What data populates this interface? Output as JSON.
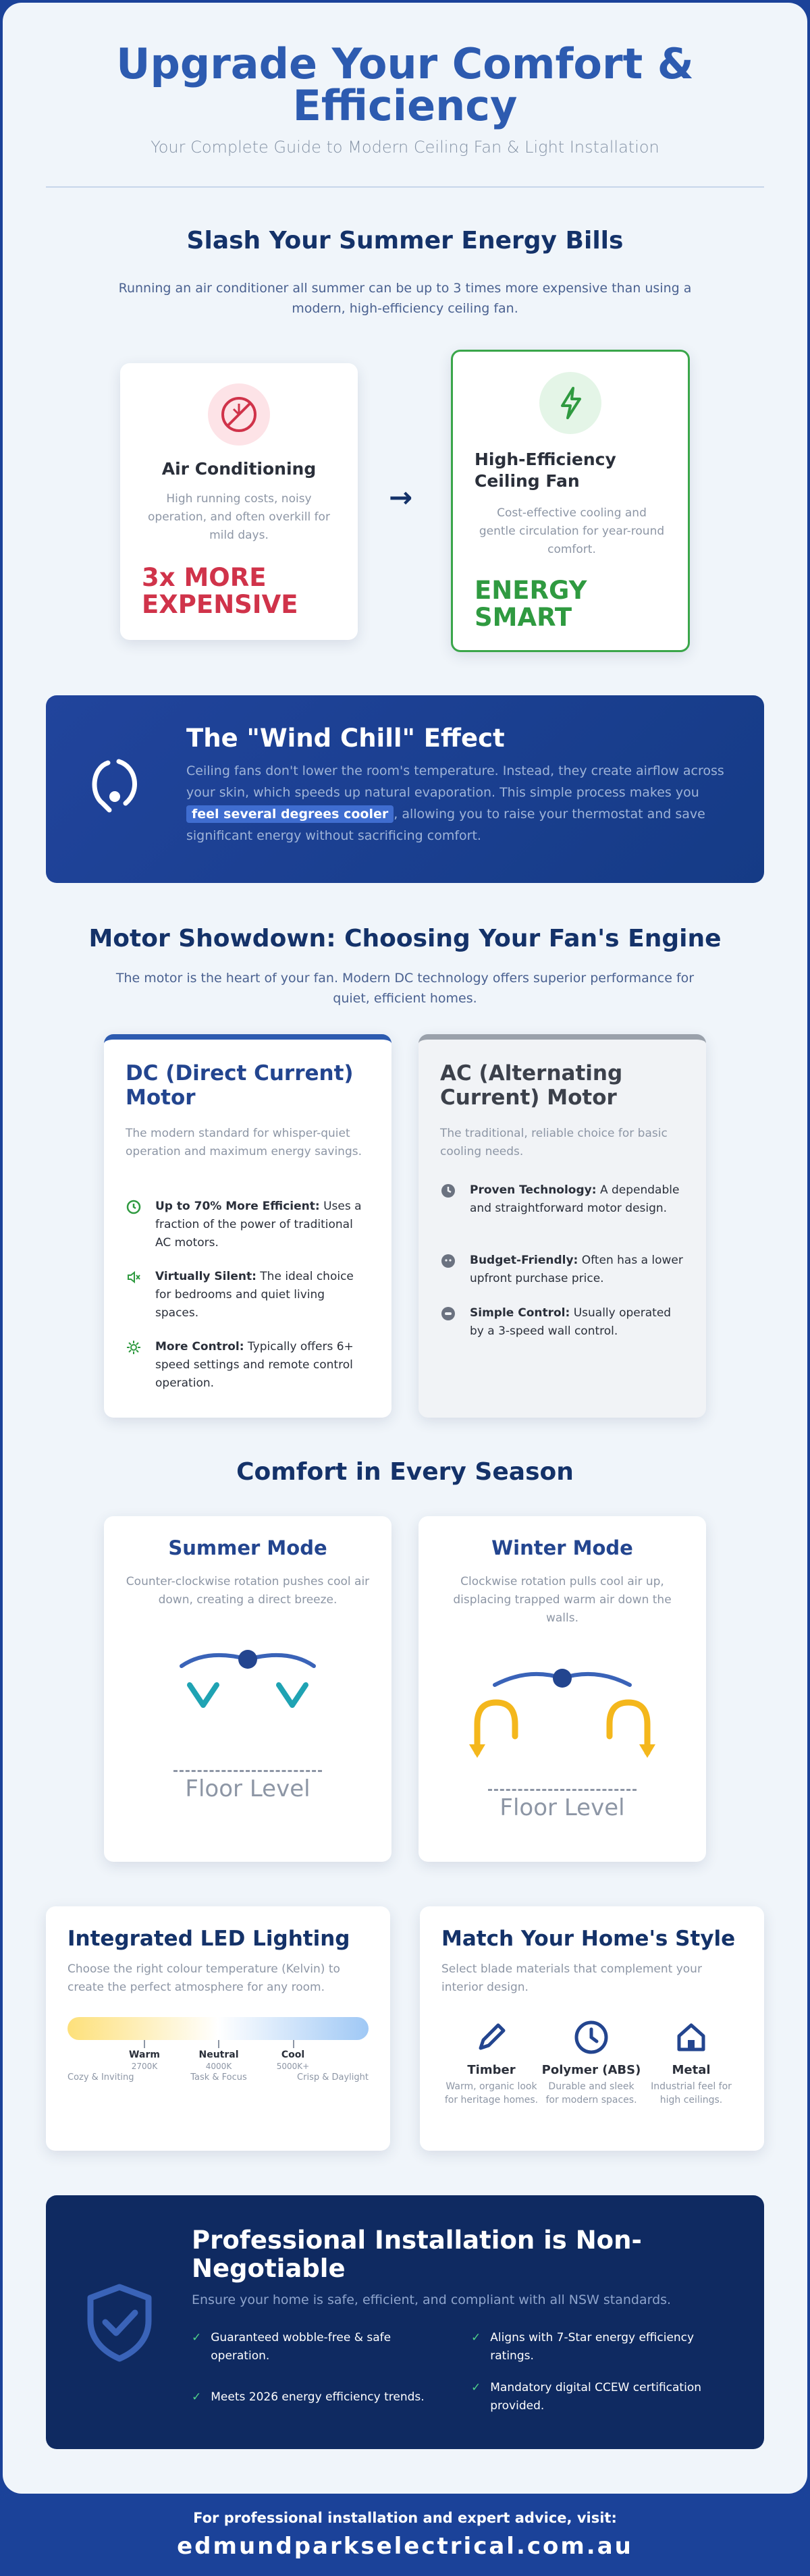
{
  "hero": {
    "title_line1": "Upgrade Your Comfort &",
    "title_line2": "Efficiency",
    "subtitle": "Your Complete Guide to Modern Ceiling Fan & Light Installation"
  },
  "bills": {
    "title": "Slash Your Summer Energy Bills",
    "desc": "Running an air conditioner all summer can be up to 3 times more expensive than using a modern, high-efficiency ceiling fan.",
    "ac": {
      "icon": "no-snowflake-icon",
      "title": "Air Conditioning",
      "desc": "High running costs, noisy operation, and often overkill for mild days.",
      "stat_line1": "3x MORE",
      "stat_line2": "EXPENSIVE"
    },
    "arrow": "→",
    "fan": {
      "icon": "lightning-icon",
      "title_line1": "High-Efficiency",
      "title_line2": "Ceiling Fan",
      "desc": "Cost-effective cooling and gentle circulation for year-round comfort.",
      "stat_line1": "ENERGY",
      "stat_line2": "SMART"
    }
  },
  "wind": {
    "title": "The \"Wind Chill\" Effect",
    "text_before": "Ceiling fans don't lower the room's temperature. Instead, they create airflow across your skin, which speeds up natural evaporation. This simple process makes you ",
    "highlight": "feel several degrees cooler",
    "text_after": ", allowing you to raise your thermostat and save significant energy without sacrificing comfort."
  },
  "motor": {
    "title": "Motor Showdown: Choosing Your Fan's Engine",
    "desc": "The motor is the heart of your fan. Modern DC technology offers superior performance for quiet, efficient homes.",
    "dc": {
      "title_line1": "DC (Direct Current)",
      "title_line2": "Motor",
      "desc": "The modern standard for whisper-quiet operation and maximum energy savings.",
      "features": [
        {
          "icon": "clock-icon",
          "bold": "Up to 70% More Efficient:",
          "text": " Uses a fraction of the power of traditional AC motors."
        },
        {
          "icon": "mute-icon",
          "bold": "Virtually Silent:",
          "text": " The ideal choice for bedrooms and quiet living spaces."
        },
        {
          "icon": "settings-icon",
          "bold": "More Control:",
          "text": " Typically offers 6+ speed settings and remote control operation."
        }
      ]
    },
    "ac": {
      "title_line1": "AC (Alternating",
      "title_line2": "Current) Motor",
      "desc": "The traditional, reliable choice for basic cooling needs.",
      "features": [
        {
          "icon": "clock-icon",
          "bold": "Proven Technology:",
          "text": " A dependable and straightforward motor design."
        },
        {
          "icon": "piggy-bank-icon",
          "bold": "Budget-Friendly:",
          "text": " Often has a lower upfront purchase price."
        },
        {
          "icon": "toggle-icon",
          "bold": "Simple Control:",
          "text": " Usually operated by a 3-speed wall control."
        }
      ]
    }
  },
  "seasons": {
    "title": "Comfort in Every Season",
    "summer": {
      "title": "Summer Mode",
      "desc": "Counter-clockwise rotation pushes cool air down, creating a direct breeze.",
      "floor": "Floor Level"
    },
    "winter": {
      "title": "Winter Mode",
      "desc": "Clockwise rotation pulls cool air up, displacing trapped warm air down the walls.",
      "floor": "Floor Level"
    }
  },
  "led": {
    "title": "Integrated LED Lighting",
    "desc": "Choose the right colour temperature (Kelvin) to create the perfect atmosphere for any room.",
    "stops": [
      {
        "name": "Warm",
        "kelvin": "2700K",
        "note": "Cozy & Inviting"
      },
      {
        "name": "Neutral",
        "kelvin": "4000K",
        "note": "Task & Focus"
      },
      {
        "name": "Cool",
        "kelvin": "5000K+",
        "note": "Crisp & Daylight"
      }
    ],
    "gradient_colors": [
      "#fde07a",
      "#ffffff",
      "#9fc8f5"
    ]
  },
  "style": {
    "title": "Match Your Home's Style",
    "desc": "Select blade materials that complement your interior design.",
    "items": [
      {
        "icon": "pencil-icon",
        "title": "Timber",
        "desc": "Warm, organic look for heritage homes."
      },
      {
        "icon": "clock-icon",
        "title": "Polymer (ABS)",
        "desc": "Durable and sleek for modern spaces."
      },
      {
        "icon": "home-icon",
        "title": "Metal",
        "desc": "Industrial feel for high ceilings."
      }
    ]
  },
  "install": {
    "title": "Professional Installation is Non-Negotiable",
    "desc": "Ensure your home is safe, efficient, and compliant with all NSW standards.",
    "checks": [
      "Guaranteed wobble-free & safe operation.",
      "Aligns with 7-Star energy efficiency ratings.",
      "Meets 2026 energy efficiency trends.",
      "Mandatory digital CCEW certification provided."
    ]
  },
  "footer": {
    "lead": "For professional installation and expert advice, visit:",
    "url": "edmundparkselectrical.com.au"
  },
  "colors": {
    "brand": "#2d5bb0",
    "navy": "#143269",
    "danger": "#d0334a",
    "success": "#2f9a40",
    "summer_arrow": "#1fa3b3",
    "winter_arrow": "#f4b71c"
  }
}
